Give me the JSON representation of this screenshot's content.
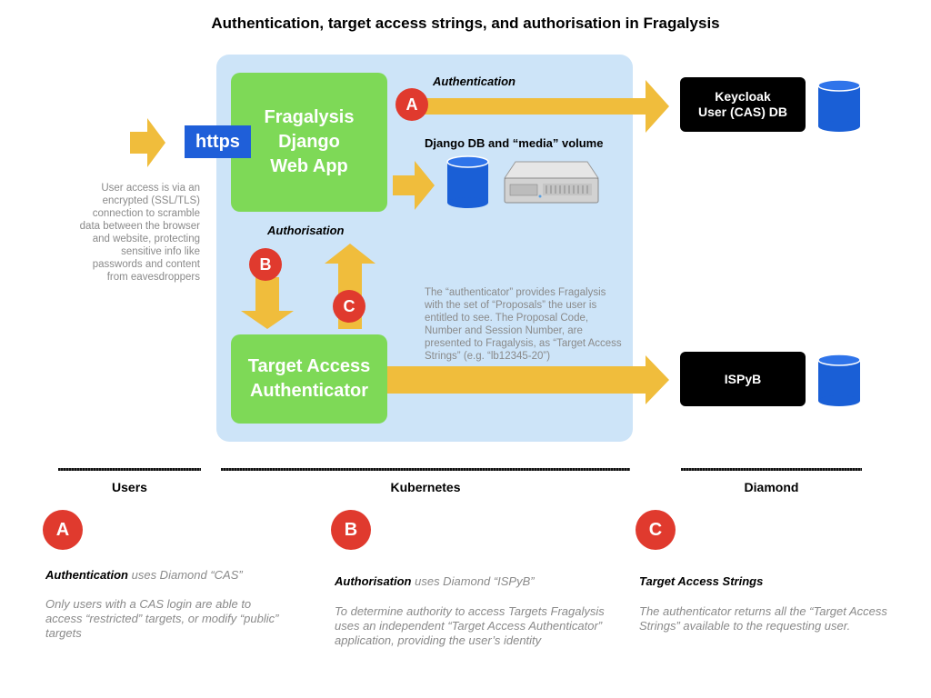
{
  "title": "Authentication, target access strings, and authorisation in Fragalysis",
  "https_label": "https",
  "user_access_note": "User access is via an encrypted (SSL/TLS) connection to scramble data between the browser and website, protecting sensitive info like passwords and content from eavesdroppers",
  "web_app_label": "Fragalysis\nDjango\nWeb App",
  "authenticator_label": "Target Access\nAuthenticator",
  "keycloak_label": "Keycloak\nUser (CAS) DB",
  "ispyb_label": "ISPyB",
  "authentication_label": "Authentication",
  "authorisation_label": "Authorisation",
  "django_db_label": "Django DB and “media” volume",
  "authenticator_note": "The “authenticator” provides Fragalysis with the set of “Proposals” the user is entitled to see. The Proposal Code, Number and Session Number, are presented to Fragalysis, as “Target Access Strings” (e.g. “lb12345-20”)",
  "badges": {
    "a": "A",
    "b": "B",
    "c": "C"
  },
  "sections": {
    "users": "Users",
    "kubernetes": "Kubernetes",
    "diamond": "Diamond"
  },
  "legend": {
    "a": {
      "title_bold": "Authentication",
      "title_rest": " uses Diamond “CAS”",
      "body": "Only users with a CAS login are able to access “restricted” targets, or modify “public” targets"
    },
    "b": {
      "title_bold": "Authorisation",
      "title_rest": " uses Diamond “ISPyB”",
      "body": "To determine authority to access Targets Fragalysis uses an independent “Target Access Authenticator” application, providing the user’s identity"
    },
    "c": {
      "title_bold": "Target Access Strings",
      "title_rest": "",
      "body": "The authenticator returns all the “Target Access Strings” available to the requesting user."
    }
  },
  "colors": {
    "arrow": "#f0bd3c",
    "cluster_bg": "#cde4f8",
    "component_box": "#7ed957",
    "external_box": "#000000",
    "database": "#1a5fd6",
    "https_badge": "#1f5fd9",
    "step_badge": "#e03a2e"
  },
  "icons": {
    "database": "cylinder-icon",
    "server": "server-icon"
  }
}
